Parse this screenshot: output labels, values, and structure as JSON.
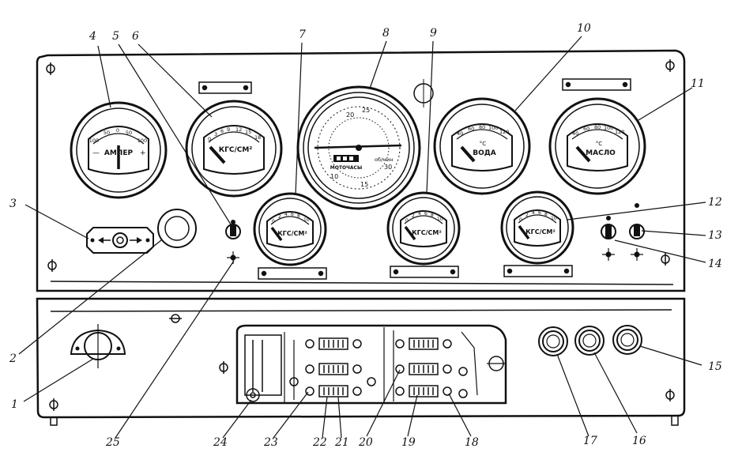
{
  "gauges": [
    {
      "id": "ammeter",
      "callout": "4",
      "label": "АМПЕР",
      "scale": [
        "100",
        "50",
        "0",
        "50",
        "100"
      ],
      "extra": [
        "—",
        "+"
      ]
    },
    {
      "id": "pressure-1",
      "callout": "6",
      "label": "КГС/СМ²",
      "scale": [
        "0",
        "3",
        "6",
        "9",
        "12",
        "15",
        "18"
      ]
    },
    {
      "id": "pressure-2",
      "callout": "7",
      "label": "КГС/СМ²",
      "scale": [
        "0",
        "2",
        "4",
        "6",
        "8",
        "10"
      ]
    },
    {
      "id": "tachometer",
      "callout": "8",
      "label": "МОТОЧАСЫ",
      "unit": "об/мин",
      "scale": [
        "10",
        "15",
        "20",
        "25",
        "30"
      ]
    },
    {
      "id": "pressure-3",
      "callout": "9",
      "label": "КГС/СМ²",
      "scale": [
        "0",
        "2",
        "4",
        "6",
        "8",
        "10"
      ]
    },
    {
      "id": "water-temp",
      "callout": "10",
      "label": "ВОДА",
      "unit": "°С",
      "scale": [
        "40",
        "60",
        "80",
        "100",
        "120"
      ]
    },
    {
      "id": "oil-temp",
      "callout": "11",
      "label": "МАСЛО",
      "unit": "°С",
      "scale": [
        "40",
        "60",
        "80",
        "100",
        "120"
      ]
    },
    {
      "id": "pressure-4",
      "callout": "12",
      "label": "КГС/СМ²",
      "scale": [
        "0",
        "2",
        "4",
        "6",
        "8",
        "10"
      ]
    }
  ],
  "callouts": [
    "1",
    "2",
    "3",
    "5",
    "13",
    "14",
    "15",
    "16",
    "17",
    "18",
    "19",
    "20",
    "21",
    "22",
    "23",
    "24",
    "25"
  ]
}
